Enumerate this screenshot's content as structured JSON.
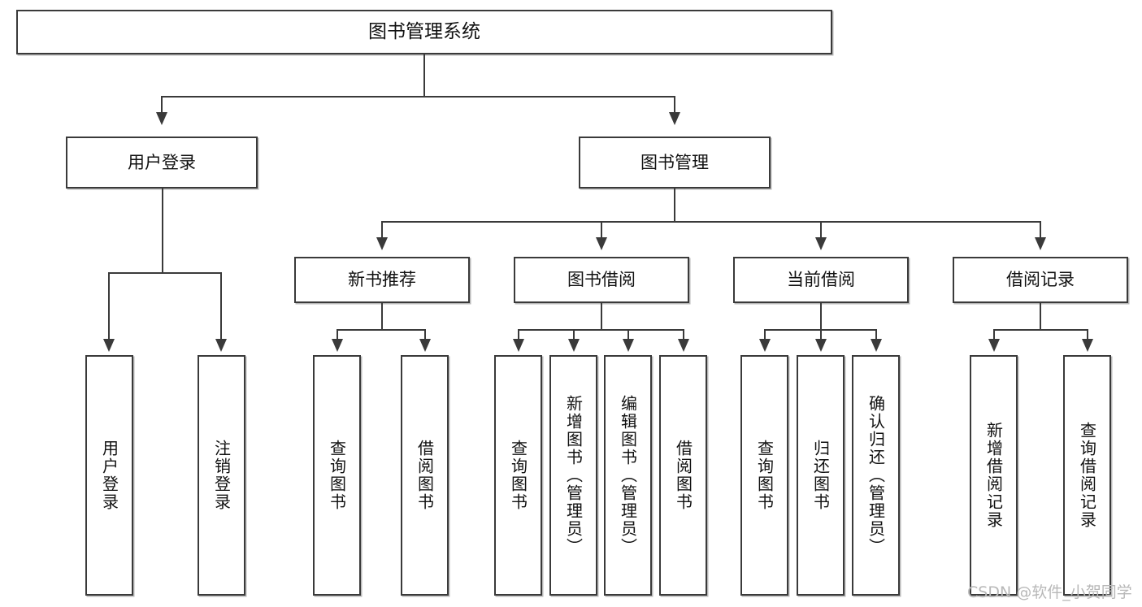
{
  "diagram": {
    "title": "图书管理系统",
    "type": "tree",
    "orientation": "top-down",
    "edge_style": "orthogonal-arrow",
    "colors": {
      "node_border": "#3a3a3a",
      "node_fill": "#ffffff",
      "connector": "#3a3a3a",
      "text": "#111111",
      "watermark": "#b8b8b8",
      "background": "#ffffff"
    }
  },
  "watermark": {
    "text": "CSDN @软件_小贺同学"
  },
  "nodes": {
    "root": {
      "id": "root",
      "label": "图书管理系统",
      "level": 1
    },
    "level2": [
      {
        "id": "user-login",
        "label": "用户登录",
        "level": 2
      },
      {
        "id": "book-manage",
        "label": "图书管理",
        "level": 2
      }
    ],
    "level3": [
      {
        "id": "new-book-rec",
        "label": "新书推荐",
        "level": 3,
        "parent": "book-manage"
      },
      {
        "id": "book-borrow",
        "label": "图书借阅",
        "level": 3,
        "parent": "book-manage"
      },
      {
        "id": "current-borrow",
        "label": "当前借阅",
        "level": 3,
        "parent": "book-manage"
      },
      {
        "id": "borrow-record",
        "label": "借阅记录",
        "level": 3,
        "parent": "book-manage"
      }
    ],
    "leaves": [
      {
        "id": "leaf-user-login",
        "label": "用户登录",
        "parent": "user-login"
      },
      {
        "id": "leaf-logout",
        "label": "注销登录",
        "parent": "user-login"
      },
      {
        "id": "leaf-query-book-1",
        "label": "查询图书",
        "parent": "new-book-rec"
      },
      {
        "id": "leaf-borrow-book-1",
        "label": "借阅图书",
        "parent": "new-book-rec"
      },
      {
        "id": "leaf-query-book-2",
        "label": "查询图书",
        "parent": "book-borrow"
      },
      {
        "id": "leaf-add-book",
        "label": "新增图书（管理员）",
        "parent": "book-borrow"
      },
      {
        "id": "leaf-edit-book",
        "label": "编辑图书（管理员）",
        "parent": "book-borrow"
      },
      {
        "id": "leaf-borrow-book-2",
        "label": "借阅图书",
        "parent": "book-borrow"
      },
      {
        "id": "leaf-query-book-3",
        "label": "查询图书",
        "parent": "current-borrow"
      },
      {
        "id": "leaf-return-book",
        "label": "归还图书",
        "parent": "current-borrow"
      },
      {
        "id": "leaf-confirm-return",
        "label": "确认归还（管理员）",
        "parent": "current-borrow"
      },
      {
        "id": "leaf-add-record",
        "label": "新增借阅记录",
        "parent": "borrow-record"
      },
      {
        "id": "leaf-query-record",
        "label": "查询借阅记录",
        "parent": "borrow-record"
      }
    ]
  }
}
